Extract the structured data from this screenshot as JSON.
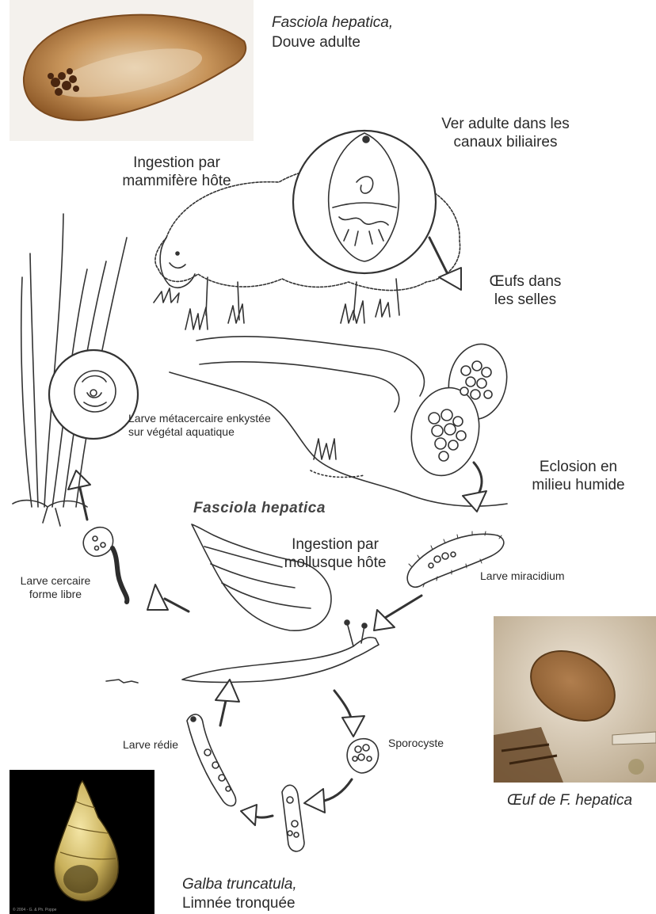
{
  "title": "Fasciola hepatica",
  "labels": {
    "adult_species": "Fasciola hepatica,",
    "adult_common": "Douve adulte",
    "adult_in_ducts_1": "Ver adulte dans les",
    "adult_in_ducts_2": "canaux biliaires",
    "ingestion_mammal_1": "Ingestion par",
    "ingestion_mammal_2": "mammifère hôte",
    "eggs_1": "Œufs dans",
    "eggs_2": "les selles",
    "metacercaria_1": "Larve métacercaire enkystée",
    "metacercaria_2": "sur végétal aquatique",
    "hatching_1": "Eclosion en",
    "hatching_2": "milieu humide",
    "ingestion_mollusc_1": "Ingestion par",
    "ingestion_mollusc_2": "mollusque hôte",
    "miracidium": "Larve miracidium",
    "cercaria_1": "Larve cercaire",
    "cercaria_2": "forme libre",
    "redia": "Larve rédie",
    "sporocyst": "Sporocyste",
    "egg_photo_caption": "Œuf de F. hepatica",
    "snail_species": "Galba truncatula,",
    "snail_common": "Limnée tronquée",
    "copyright": "© 2004 - G. & Ph. Poppe"
  },
  "colors": {
    "line_art": "#333333",
    "fluke_brown": "#b07a3e",
    "egg_photo_bg": "#c9b79c",
    "snail_photo_bg": "#000000",
    "snail_shell": "#d8c57a"
  }
}
